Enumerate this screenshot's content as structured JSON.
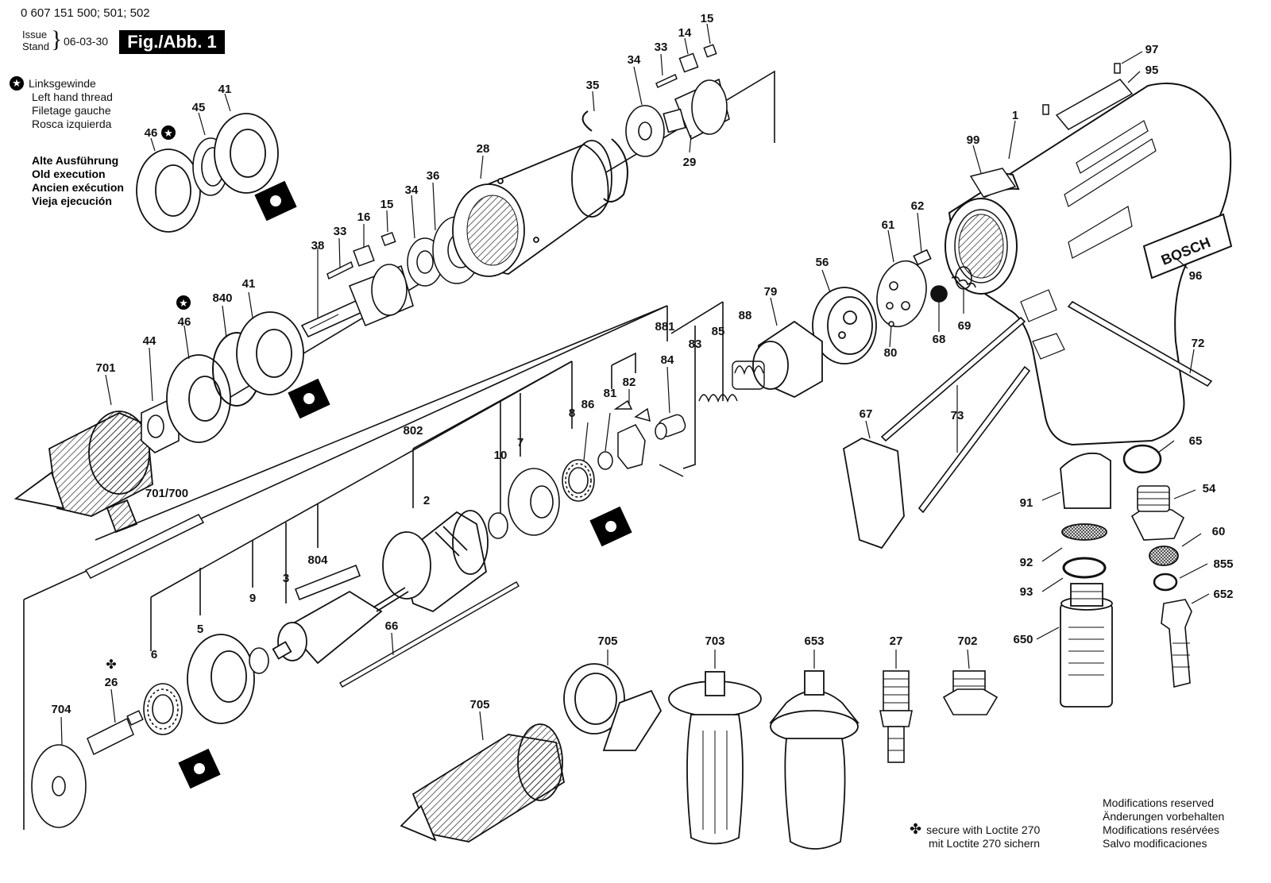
{
  "header": {
    "doc_number": "0 607 151 500; 501; 502",
    "issue_label": "Issue",
    "stand_label": "Stand",
    "date": "06-03-30",
    "figure": "Fig./Abb. 1"
  },
  "legend_left_hand_thread": {
    "lines": [
      "Linksgewinde",
      "Left hand thread",
      "Filetage gauche",
      "Rosca izquierda"
    ]
  },
  "old_execution": {
    "lines": [
      "Alte Ausführung",
      "Old execution",
      "Ancien exécution",
      "Vieja ejecución"
    ]
  },
  "loctite_note": {
    "lines": [
      "secure with Loctite 270",
      "mit Loctite 270 sichern"
    ]
  },
  "modifications": {
    "lines": [
      "Modifications reserved",
      "Änderungen vorbehalten",
      "Modifications resérvées",
      "Salvo modificaciones"
    ]
  },
  "part_labels": [
    "15",
    "14",
    "33",
    "34",
    "35",
    "28",
    "29",
    "97",
    "95",
    "1",
    "99",
    "41",
    "45",
    "46",
    "62",
    "61",
    "96",
    "38",
    "33",
    "16",
    "15",
    "34",
    "36",
    "56",
    "79",
    "68",
    "69",
    "840",
    "41",
    "46",
    "881",
    "88",
    "85",
    "83",
    "84",
    "82",
    "81",
    "86",
    "72",
    "80",
    "701",
    "44",
    "802",
    "8",
    "10",
    "7",
    "67",
    "73",
    "65",
    "701/700",
    "2",
    "91",
    "54",
    "60",
    "804",
    "92",
    "855",
    "3",
    "9",
    "5",
    "6",
    "66",
    "93",
    "652",
    "650",
    "26",
    "704",
    "705",
    "705",
    "703",
    "653",
    "27",
    "702"
  ],
  "icons": [
    "left-hand-thread-star-icon",
    "bearing-icon",
    "loctite-cross-icon"
  ]
}
